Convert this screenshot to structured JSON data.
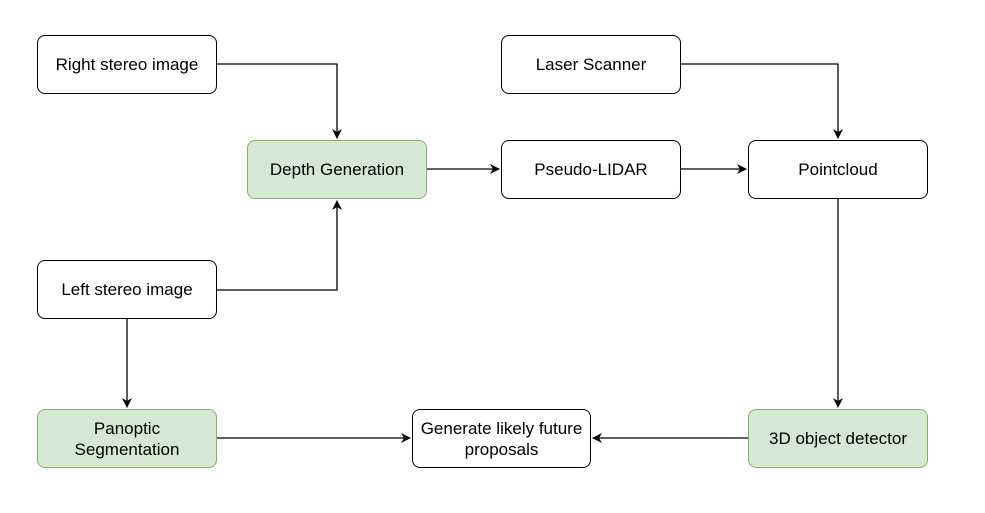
{
  "nodes": {
    "right_stereo": {
      "label": "Right stereo image"
    },
    "laser_scanner": {
      "label": "Laser Scanner"
    },
    "depth_generation": {
      "label": "Depth Generation"
    },
    "pseudo_lidar": {
      "label": "Pseudo-LIDAR"
    },
    "pointcloud": {
      "label": "Pointcloud"
    },
    "left_stereo": {
      "label": "Left stereo image"
    },
    "panoptic_line1": "Panoptic",
    "panoptic_line2": "Segmentation",
    "generate_line1": "Generate likely future",
    "generate_line2": "proposals",
    "object_detector": {
      "label": "3D object detector"
    }
  },
  "edges": [
    {
      "from": "Right stereo image",
      "to": "Depth Generation"
    },
    {
      "from": "Left stereo image",
      "to": "Depth Generation"
    },
    {
      "from": "Left stereo image",
      "to": "Panoptic Segmentation"
    },
    {
      "from": "Depth Generation",
      "to": "Pseudo-LIDAR"
    },
    {
      "from": "Pseudo-LIDAR",
      "to": "Pointcloud"
    },
    {
      "from": "Laser Scanner",
      "to": "Pointcloud"
    },
    {
      "from": "Pointcloud",
      "to": "3D object detector"
    },
    {
      "from": "3D object detector",
      "to": "Generate likely future proposals"
    },
    {
      "from": "Panoptic Segmentation",
      "to": "Generate likely future proposals"
    }
  ],
  "colors": {
    "highlight_fill": "#d5e8d4",
    "highlight_stroke": "#82b366",
    "default_fill": "#ffffff",
    "stroke": "#000000"
  }
}
